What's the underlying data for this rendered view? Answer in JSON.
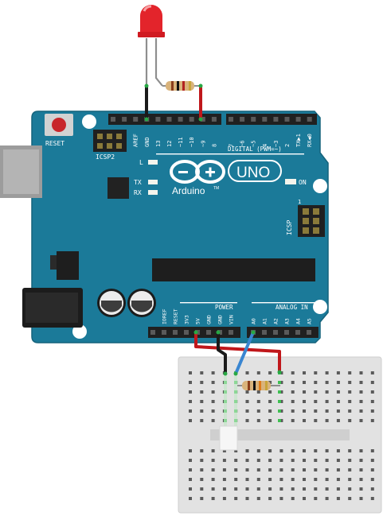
{
  "board": {
    "reset_label": "RESET",
    "icsp2_label": "ICSP2",
    "icsp_label": "ICSP",
    "icsp_pin1_label": "1",
    "led_l_label": "L",
    "led_tx_label": "TX",
    "led_rx_label": "RX",
    "led_on_label": "ON",
    "brand_label": "Arduino",
    "tm_label": "TM",
    "model_label": "UNO",
    "digital_label": "DIGITAL (PWM=~)",
    "digital_pins": [
      "AREF",
      "GND",
      "13",
      "12",
      "~11",
      "~10",
      "~9",
      "8",
      "7",
      "~6",
      "~5",
      "4",
      "~3",
      "2",
      "TX▶1",
      "RX◀0"
    ],
    "power_title": "POWER",
    "power_pins": [
      "IOREF",
      "RESET",
      "3V3",
      "5V",
      "GND",
      "GND",
      "VIN"
    ],
    "analog_title": "ANALOG IN",
    "analog_pins": [
      "A0",
      "A1",
      "A2",
      "A3",
      "A4",
      "A5"
    ]
  },
  "colors": {
    "board": "#1b7a99",
    "board_edge": "#15637c",
    "header": "#202020",
    "wire_red": "#c0171b",
    "wire_black": "#1a1a1a",
    "wire_blue": "#3a86d1",
    "led": "#e3242b",
    "breadboard": "#e2e2e2"
  }
}
